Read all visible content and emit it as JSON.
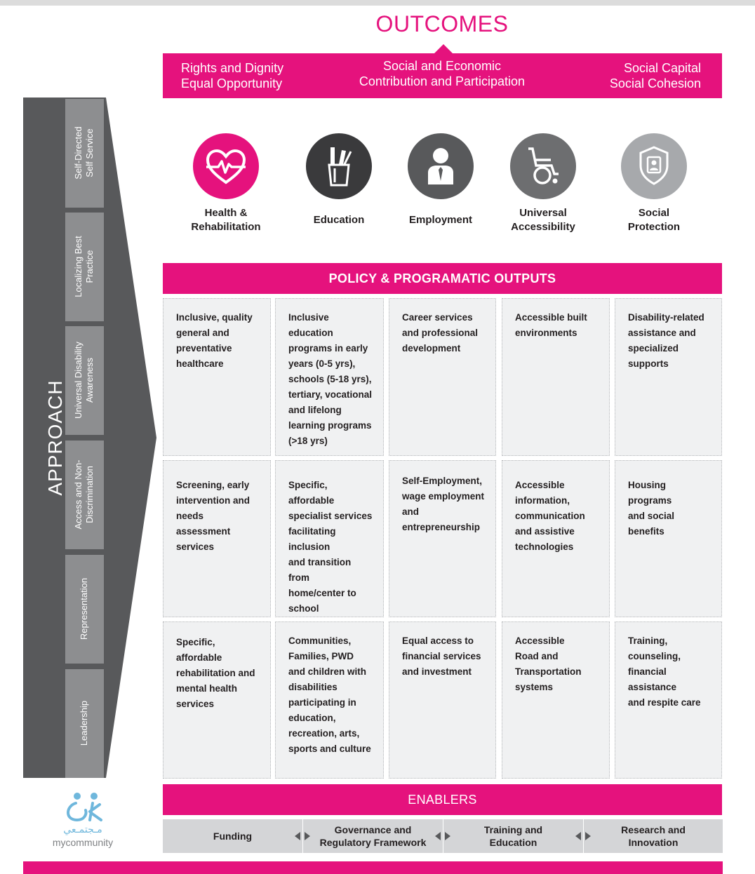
{
  "outcomes": {
    "title": "OUTCOMES",
    "items": [
      {
        "line1": "Rights and Dignity",
        "line2": "Equal Opportunity"
      },
      {
        "line1": "Social and Economic",
        "line2": "Contribution and Participation"
      },
      {
        "line1": "Social Capital",
        "line2": "Social Cohesion"
      }
    ]
  },
  "approach": {
    "title": "APPROACH",
    "steps": [
      {
        "line1": "Self-Directed",
        "line2": "Self Service"
      },
      {
        "line1": "Localizing Best",
        "line2": "Practice"
      },
      {
        "line1": "Universal Disability",
        "line2": "Awareness"
      },
      {
        "line1": "Access and Non-",
        "line2": "Discrimination"
      },
      {
        "line1": "Representation",
        "line2": ""
      },
      {
        "line1": "Leadership",
        "line2": ""
      }
    ]
  },
  "areas": [
    {
      "line1": "Health &",
      "line2": "Rehabilitation",
      "icon": "heart-pulse-icon",
      "color": "#e5127d"
    },
    {
      "line1": "Education",
      "line2": "",
      "icon": "pencil-cup-icon",
      "color": "#3a3a3c"
    },
    {
      "line1": "Employment",
      "line2": "",
      "icon": "businessman-icon",
      "color": "#58595b"
    },
    {
      "line1": "Universal",
      "line2": "Accessibility",
      "icon": "wheelchair-icon",
      "color": "#6d6e70"
    },
    {
      "line1": "Social",
      "line2": "Protection",
      "icon": "shield-person-icon",
      "color": "#a7a9ac"
    }
  ],
  "policy": {
    "title": "POLICY & PROGRAMATIC OUTPUTS",
    "rows": [
      [
        [
          "Inclusive, quality",
          "general and",
          "preventative",
          "healthcare"
        ],
        [
          "Inclusive education",
          "programs in early",
          "years (0-5 yrs),",
          "schools (5-18 yrs),",
          "tertiary, vocational",
          "and lifelong",
          "learning programs",
          "(>18 yrs)"
        ],
        [
          "Career services",
          "and professional",
          "development"
        ],
        [
          "Accessible built",
          "environments"
        ],
        [
          "Disability-related",
          "assistance and",
          "specialized",
          "supports"
        ]
      ],
      [
        [
          "Screening, early",
          "intervention and",
          "needs",
          "assessment",
          "services"
        ],
        [
          "Specific, affordable",
          "specialist services",
          "facilitating inclusion",
          "and transition from",
          "home/center to",
          "school"
        ],
        [
          "Self-Employment,",
          "wage employment",
          "and",
          "entrepreneurship"
        ],
        [
          "Accessible",
          "information,",
          "communication",
          "and assistive",
          "technologies"
        ],
        [
          "Housing programs",
          "and social benefits"
        ]
      ],
      [
        [
          "Specific,",
          "affordable",
          "rehabilitation and",
          "mental health",
          "services"
        ],
        [
          "Communities,",
          "Families, PWD",
          "and children with",
          "disabilities",
          "participating in",
          "education,",
          "recreation, arts,",
          "sports and culture"
        ],
        [
          "Equal access to",
          "financial services",
          "and investment"
        ],
        [
          "Accessible",
          "Road and",
          "Transportation",
          "systems"
        ],
        [
          "Training,",
          "counseling,",
          "financial assistance",
          "and respite care"
        ]
      ]
    ]
  },
  "enablers": {
    "title": "ENABLERS",
    "items": [
      {
        "line1": "Funding",
        "line2": ""
      },
      {
        "line1": "Governance and",
        "line2": "Regulatory Framework"
      },
      {
        "line1": "Training and",
        "line2": "Education"
      },
      {
        "line1": "Research and",
        "line2": "Innovation"
      }
    ]
  },
  "logo": {
    "arabic": "مـجتمـعي",
    "name": "mycommunity"
  },
  "colors": {
    "accent": "#e5127d",
    "dark": "#58595b",
    "step": "#8d8e90",
    "cell": "#f0f1f2"
  }
}
